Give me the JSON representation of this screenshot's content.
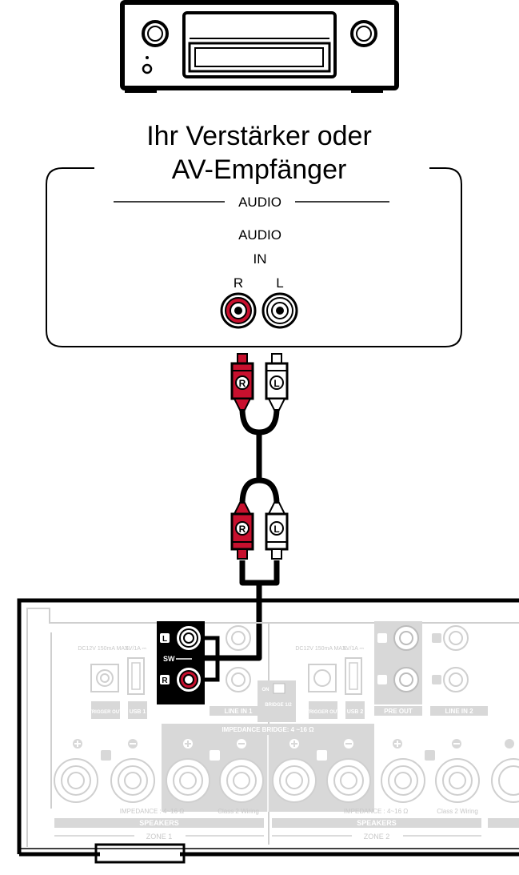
{
  "title_line1": "Ihr Verstärker oder",
  "title_line2": "AV-Empfänger",
  "amp_panel": {
    "section_label": "AUDIO",
    "input_label_1": "AUDIO",
    "input_label_2": "IN",
    "jack_r": "R",
    "jack_l": "L"
  },
  "cable": {
    "plug_r": "R",
    "plug_l": "L",
    "color_r": "#c8102e",
    "color_l": "#ffffff"
  },
  "device": {
    "pre_out": "PRE OUT",
    "sw": "SW",
    "jack_l": "L",
    "jack_r": "R",
    "line_in_1": "LINE IN  1",
    "line_in_2": "LINE IN  2",
    "trigger_out": "TRIGGER OUT",
    "usb_1": "USB 1",
    "usb_2": "USB 2",
    "dc_spec": "DC12V 150mA MAX.",
    "usb_spec": "5V/1A ⎓",
    "bridge_on": "ON",
    "bridge_label": "BRIDGE 1/2",
    "impedance_bridge": "IMPEDANCE  BRIDGE: 4 ~16 Ω",
    "impedance": "IMPEDANCE : 4~16 Ω",
    "class2": "Class 2 Wiring",
    "speakers": "SPEAKERS",
    "zone1": "ZONE 1",
    "zone2": "ZONE 2"
  }
}
